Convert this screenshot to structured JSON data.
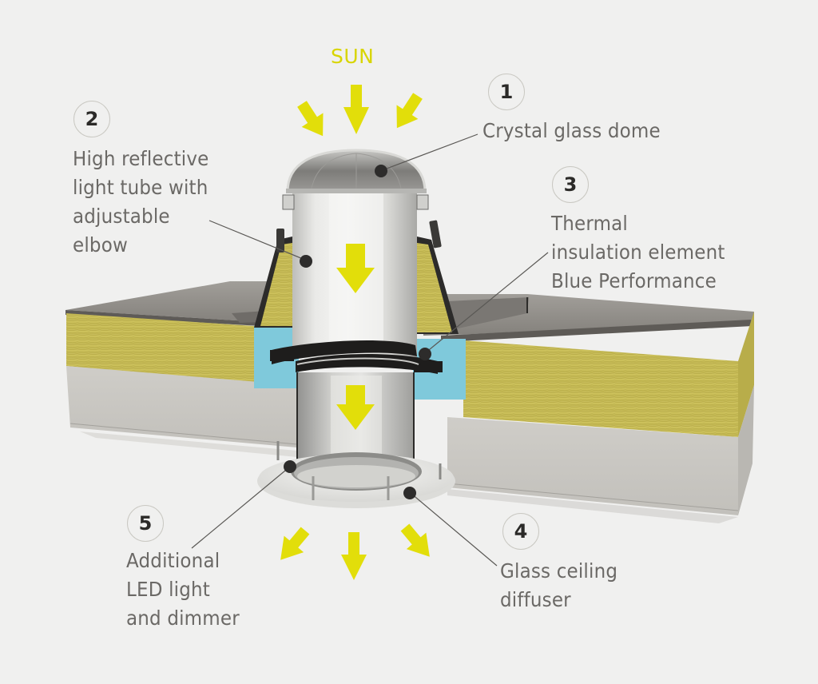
{
  "diagram": {
    "title": "SUN",
    "colors": {
      "background": "#f0f0ef",
      "arrow": "#e2de0a",
      "sun_text": "#d8d500",
      "label_text": "#6b6966",
      "badge_number": "#2b2a28",
      "badge_border": "#c9c8c2",
      "insulation_mineral_wool": "#c9bd52",
      "thermal_element_blue": "#7fc9db",
      "concrete": "#c9c7c2",
      "roof_membrane": "#8f8c87",
      "tube_metal": "#d9d9d6",
      "leader_line": "#5a5855",
      "marker_dot": "#2d2c2b"
    },
    "callouts": [
      {
        "number": "1",
        "lines": [
          "Crystal glass dome"
        ],
        "target": "dome"
      },
      {
        "number": "2",
        "lines": [
          "High reflective",
          "light tube with",
          "adjustable",
          "elbow"
        ],
        "target": "light-tube"
      },
      {
        "number": "3",
        "lines": [
          "Thermal",
          "insulation element",
          "Blue Performance"
        ],
        "target": "thermal-insulation"
      },
      {
        "number": "4",
        "lines": [
          "Glass ceiling",
          "diffuser"
        ],
        "target": "ceiling-diffuser"
      },
      {
        "number": "5",
        "lines": [
          "Additional",
          "LED light",
          "and dimmer"
        ],
        "target": "led-light"
      }
    ],
    "arrows": {
      "incoming_from_sun": 3,
      "inside_tube": 2,
      "outgoing_to_room": 3
    }
  }
}
